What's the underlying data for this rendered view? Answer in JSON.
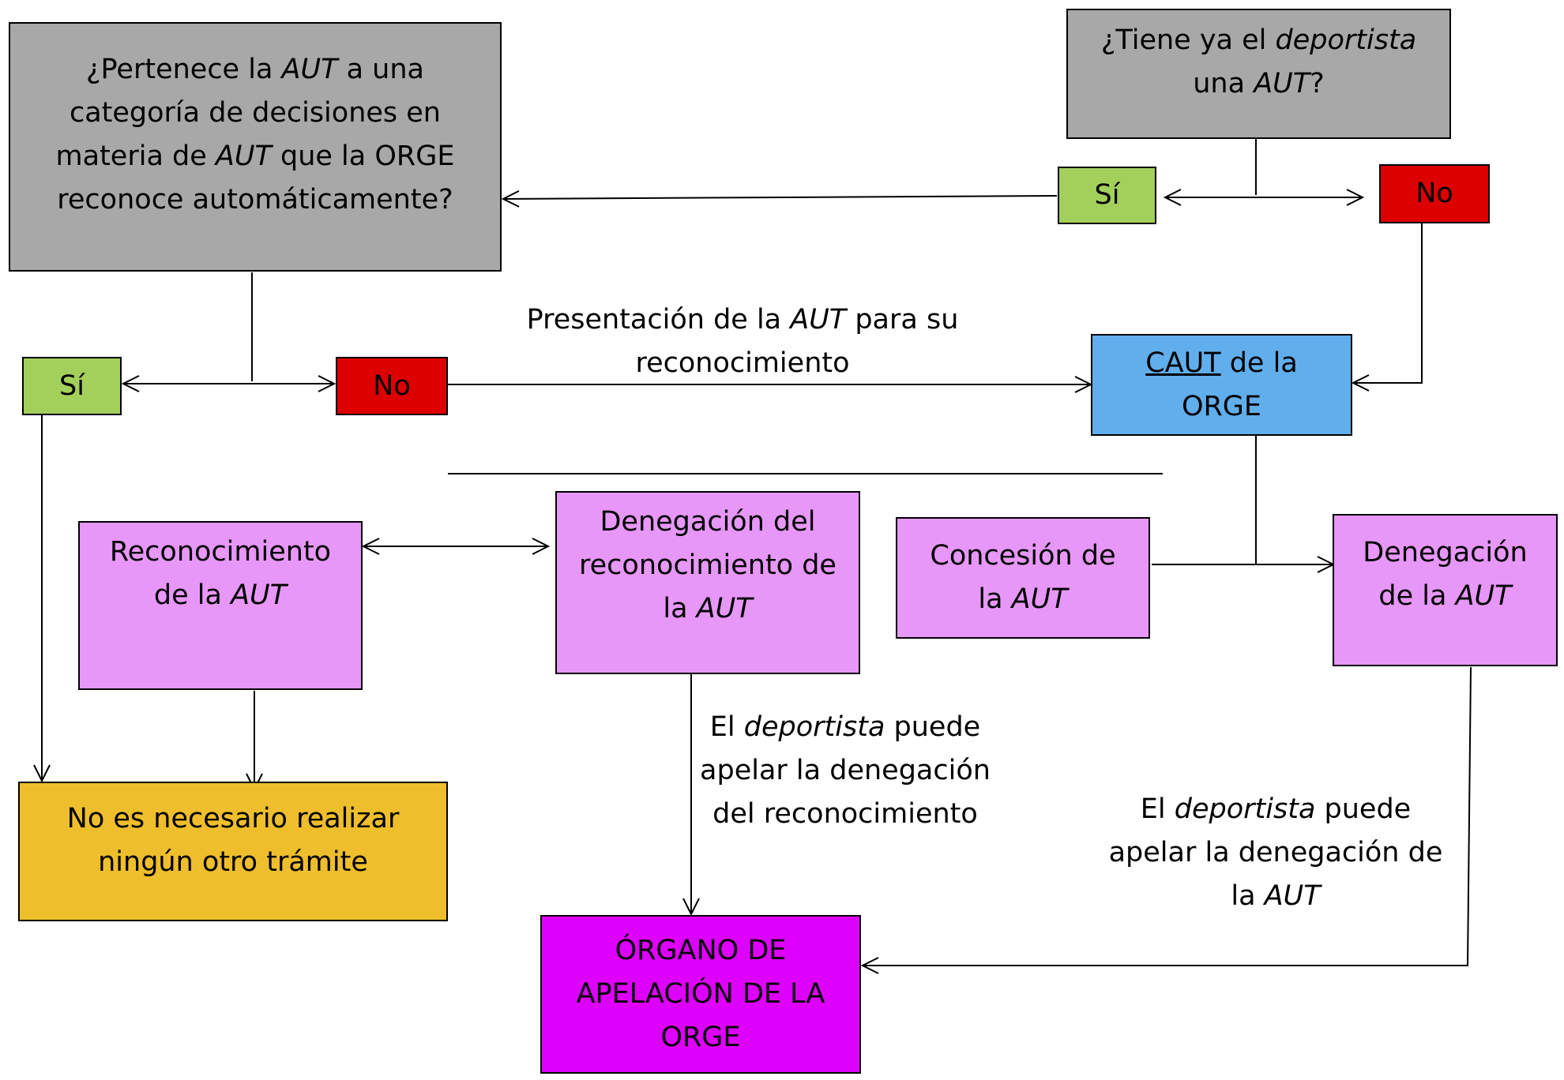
{
  "q_categoria": {
    "line1_a": "¿Pertenece la ",
    "line1_b": "AUT",
    "line1_c": " a una",
    "line2": "categoría de decisiones en",
    "line3_a": "materia de ",
    "line3_b": "AUT",
    "line3_c": " que la ORGE",
    "line4": "reconoce automáticamente?"
  },
  "q_tiene": {
    "line1_a": "¿Tiene ya el ",
    "line1_b": "deportista",
    "line2_a": "una ",
    "line2_b": "AUT",
    "line2_c": "?"
  },
  "si_top": "Sí",
  "no_top": "No",
  "si_left": "Sí",
  "no_left": "No",
  "presentacion": {
    "line1_a": "Presentación de la ",
    "line1_b": "AUT",
    "line1_c": " para su",
    "line2": "reconocimiento"
  },
  "caut": {
    "line1_a": "CAUT",
    "line1_b": " de la",
    "line2": "ORGE"
  },
  "reconocimiento": {
    "line1": "Reconocimiento",
    "line2_a": "de la ",
    "line2_b": "AUT"
  },
  "denegacion_reconocimiento": {
    "line1": "Denegación del",
    "line2": "reconocimiento de",
    "line3_a": "la ",
    "line3_b": "AUT"
  },
  "concesion": {
    "line1": "Concesión de",
    "line2_a": "la ",
    "line2_b": "AUT"
  },
  "denegacion_aut": {
    "line1": "Denegación",
    "line2_a": "de la ",
    "line2_b": "AUT"
  },
  "apelar_reconocimiento": {
    "line1_a": "El ",
    "line1_b": "deportista",
    "line1_c": " puede",
    "line2": "apelar la denegación",
    "line3": "del reconocimiento"
  },
  "apelar_aut": {
    "line1_a": "El ",
    "line1_b": "deportista",
    "line1_c": " puede",
    "line2": "apelar la denegación de",
    "line3_a": "la ",
    "line3_b": "AUT"
  },
  "no_necesario": {
    "line1": "No es necesario realizar",
    "line2": "ningún otro trámite"
  },
  "organo": {
    "line1": "ÓRGANO DE",
    "line2": "APELACIÓN DE LA",
    "line3": "ORGE"
  },
  "colors": {
    "gray": "#a9a8a9",
    "green": "#a3d05b",
    "red": "#dc0000",
    "blue": "#61aeec",
    "pink": "#e797f8",
    "orange": "#efbe2c",
    "magenta": "#dd00fa"
  }
}
